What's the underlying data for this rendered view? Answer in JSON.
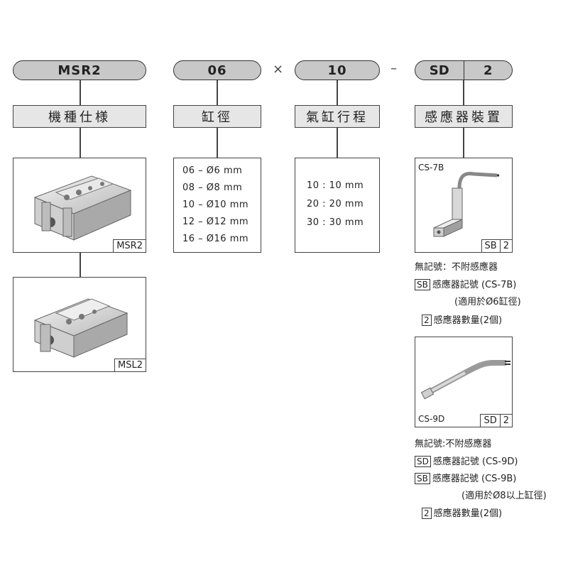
{
  "codes": {
    "model": "MSR2",
    "bore": "06",
    "sep1": "×",
    "stroke": "10",
    "sep2": "–",
    "sensor_a": "SD",
    "sensor_b": "2"
  },
  "labels": {
    "model": "機種仕様",
    "bore": "缸徑",
    "stroke": "氣缸行程",
    "sensor": "感應器裝置"
  },
  "models": [
    {
      "tag": "MSR2",
      "image": "msr2-gripper"
    },
    {
      "tag": "MSL2",
      "image": "msl2-gripper"
    }
  ],
  "bore_options": [
    "06 – Ø6  mm",
    "08 – Ø8  mm",
    "10 – Ø10 mm",
    "12 – Ø12 mm",
    "16 – Ø16 mm"
  ],
  "stroke_options": [
    "10 : 10 mm",
    "20 : 20 mm",
    "30 : 30 mm"
  ],
  "sensor1": {
    "caption": "CS-7B",
    "tag_a": "SB",
    "tag_b": "2",
    "notes": {
      "none": "無記號：不附感應器",
      "code": "SB",
      "code_text": "感應器記號 (CS-7B)",
      "applicable": "(適用於Ø6缸徑)",
      "qty_code": "2",
      "qty_text": "感應器數量(2個)"
    }
  },
  "sensor2": {
    "caption": "CS-9D",
    "tag_a": "SD",
    "tag_b": "2",
    "notes": {
      "none": "無記號:不附感應器",
      "code1": "SD",
      "code1_text": "感應器記號 (CS-9D)",
      "code2": "SB",
      "code2_text": "感應器記號 (CS-9B)",
      "applicable": "(適用於Ø8以上缸徑)",
      "qty_code": "2",
      "qty_text": "感應器數量(2個)"
    }
  }
}
